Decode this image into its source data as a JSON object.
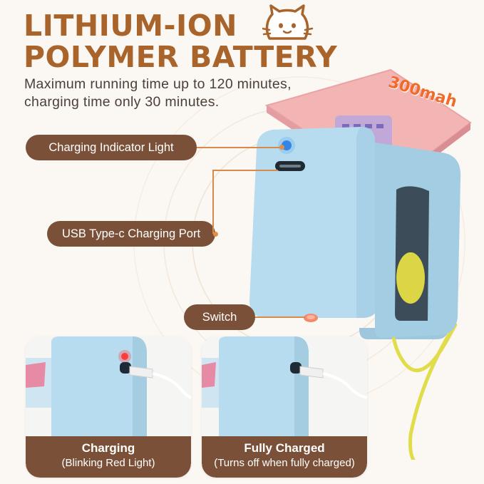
{
  "title": {
    "line1": "LITHIUM-ION",
    "line2": "POLYMER BATTERY"
  },
  "subtitle": {
    "line1": "Maximum running time up to 120 minutes,",
    "line2": "charging time only 30 minutes."
  },
  "battery_label": "300mah",
  "callouts": {
    "indicator": "Charging Indicator Light",
    "port": "USB Type-c Charging Port",
    "switch": "Switch"
  },
  "cards": [
    {
      "title": "Charging",
      "subtitle": "(Blinking Red Light)"
    },
    {
      "title": "Fully Charged",
      "subtitle": "(Turns off when fully charged)"
    }
  ],
  "icons": [
    "cat-logo-icon"
  ],
  "colors": {
    "brand_brown": "#a8642a",
    "pill_brown": "#7a5138",
    "accent_orange": "#f06a2a",
    "device_blue": "#b6dbee",
    "battery_pink": "#f3a9ad",
    "cable_yellow": "#e1dc4a"
  }
}
